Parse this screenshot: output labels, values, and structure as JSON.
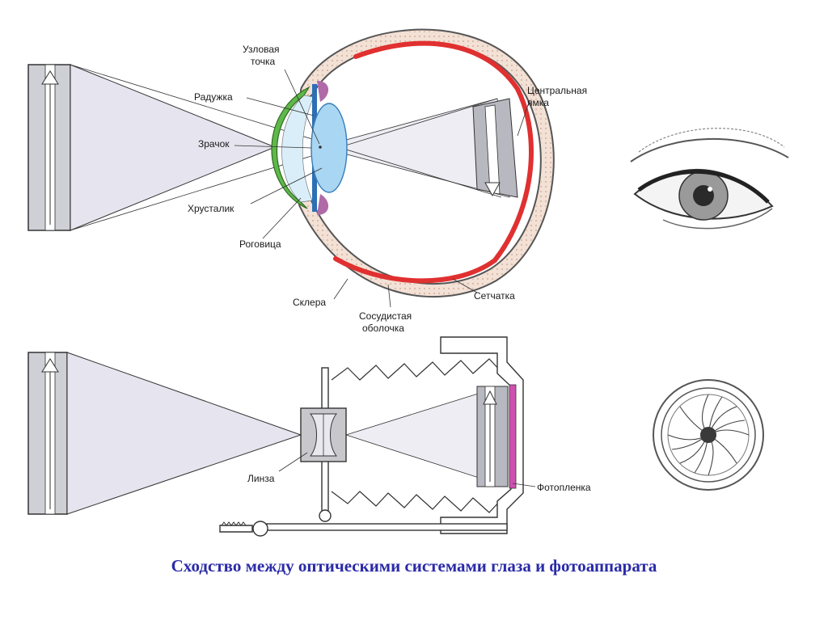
{
  "eye_labels": {
    "nodal_point": [
      "Узловая",
      "точка"
    ],
    "iris": "Радужка",
    "pupil": "Зрачок",
    "lens": "Хрусталик",
    "cornea": "Роговица",
    "sclera": "Склера",
    "choroid": [
      "Сосудистая",
      "оболочка"
    ],
    "retina": "Сетчатка",
    "fovea": [
      "Центральная",
      "ямка"
    ]
  },
  "camera_labels": {
    "lens": "Линза",
    "film": "Фотопленка"
  },
  "caption": "Сходство между оптическими системами глаза и фотоаппарата",
  "colors": {
    "retina": "#e03030",
    "cornea": "#5fb84a",
    "lens": "#a9d6f2",
    "iris": "#2d6fb5",
    "ciliary": "#b06aa8",
    "film": "#d050b0",
    "cone": "#e6e4ee",
    "caption": "#2a2aa8"
  }
}
